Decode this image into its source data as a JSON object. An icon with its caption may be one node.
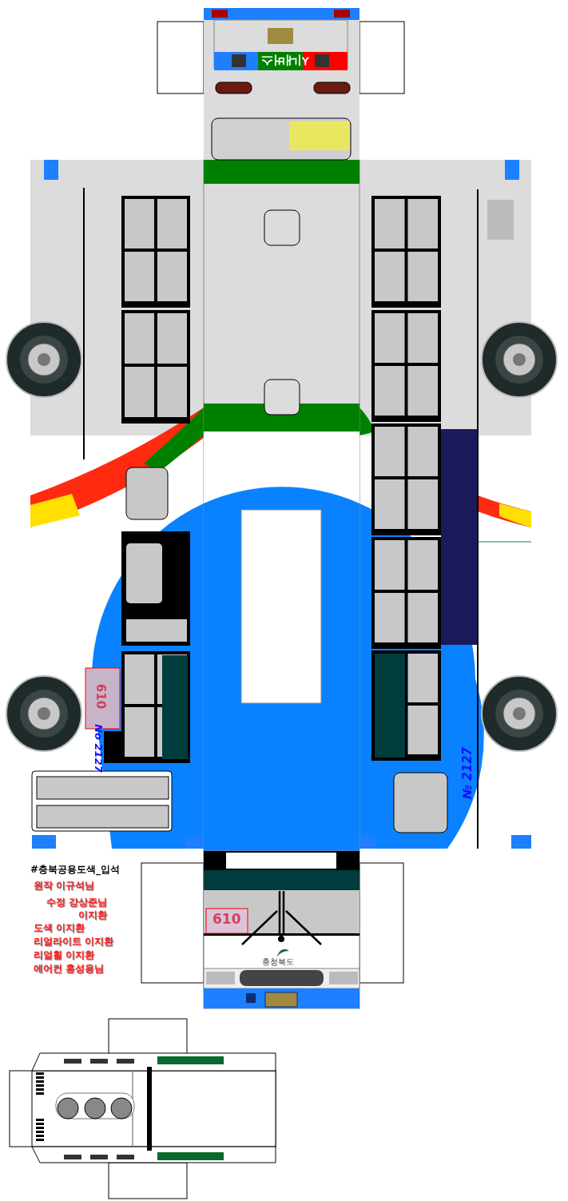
{
  "diagram": {
    "title": "#충북공용도색_입석",
    "labels": [
      "시내버스",
      "610",
      "No 2127",
      "№ 2127",
      "원작 이규석님",
      "수정 강상준님 이지환",
      "도색 이지환",
      "리얼라이트 이지환",
      "리얼휠 이지환",
      "에어컨 홍성용님",
      "610",
      "충청북도"
    ]
  }
}
